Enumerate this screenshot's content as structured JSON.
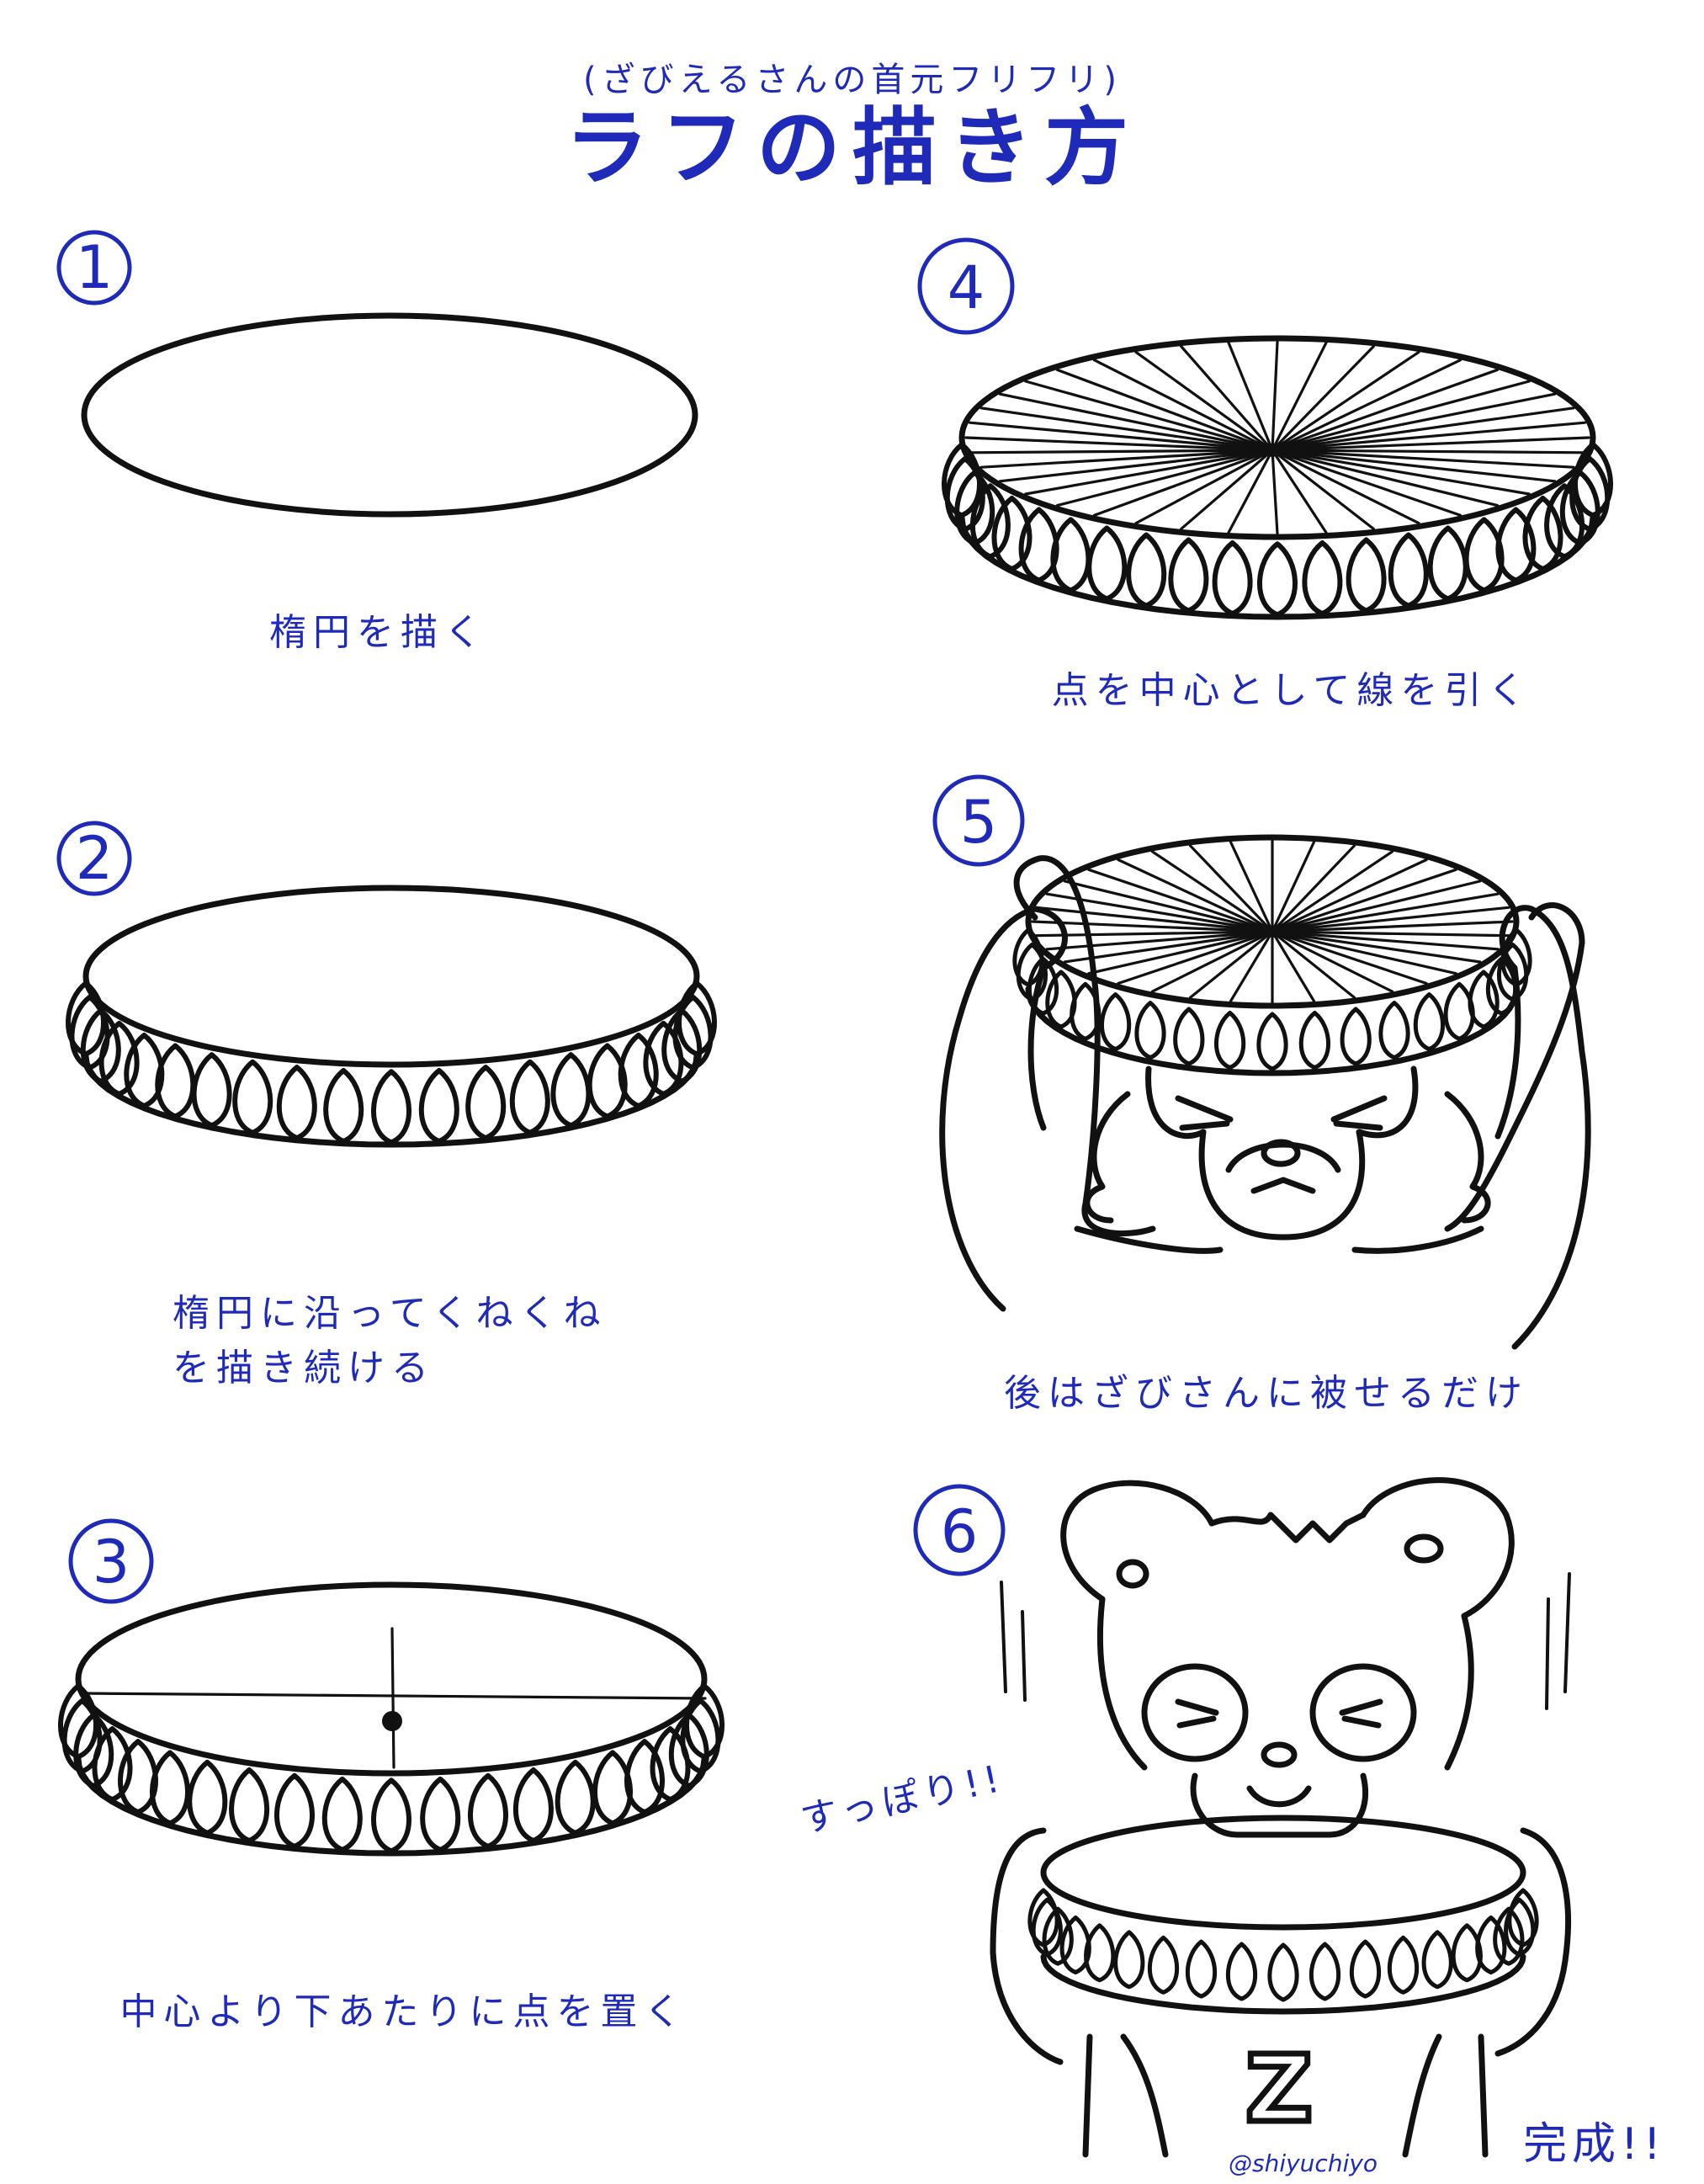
{
  "header": {
    "subtitle": "(ざびえるさんの首元フリフリ)",
    "title": "ラフの描き方"
  },
  "steps": [
    {
      "number": "1",
      "caption": "楕円を描く"
    },
    {
      "number": "2",
      "caption_line1": "楕円に沿ってくねくね",
      "caption_line2": "を描き続ける"
    },
    {
      "number": "3",
      "caption": "中心より下あたりに点を置く"
    },
    {
      "number": "4",
      "caption": "点を中心として線を引く"
    },
    {
      "number": "5",
      "caption": "後はざびさんに被せるだけ"
    },
    {
      "number": "6",
      "exclamation": "すっぽり!!",
      "shirt_letter": "Z"
    }
  ],
  "footer": {
    "credit": "@shiyuchiyo",
    "complete": "完成!!"
  },
  "colors": {
    "ink": "#111111",
    "accent_blue": "#1f2bb8",
    "background": "#ffffff"
  }
}
